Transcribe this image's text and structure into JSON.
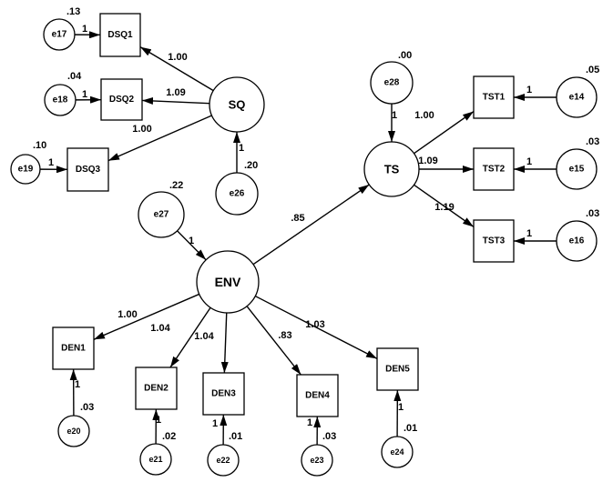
{
  "diagram": {
    "type": "structural-equation-model",
    "latent_variables": [
      {
        "id": "SQ",
        "label": "SQ"
      },
      {
        "id": "TS",
        "label": "TS"
      },
      {
        "id": "ENV",
        "label": "ENV"
      }
    ],
    "observed_variables": [
      {
        "id": "DSQ1",
        "label": "DSQ1"
      },
      {
        "id": "DSQ2",
        "label": "DSQ2"
      },
      {
        "id": "DSQ3",
        "label": "DSQ3"
      },
      {
        "id": "TST1",
        "label": "TST1"
      },
      {
        "id": "TST2",
        "label": "TST2"
      },
      {
        "id": "TST3",
        "label": "TST3"
      },
      {
        "id": "DEN1",
        "label": "DEN1"
      },
      {
        "id": "DEN2",
        "label": "DEN2"
      },
      {
        "id": "DEN3",
        "label": "DEN3"
      },
      {
        "id": "DEN4",
        "label": "DEN4"
      },
      {
        "id": "DEN5",
        "label": "DEN5"
      }
    ],
    "error_terms": [
      {
        "id": "e17",
        "label": "e17",
        "variance": ".13"
      },
      {
        "id": "e18",
        "label": "e18",
        "variance": ".04"
      },
      {
        "id": "e19",
        "label": "e19",
        "variance": ".10"
      },
      {
        "id": "e26",
        "label": "e26",
        "variance": ".20"
      },
      {
        "id": "e28",
        "label": "e28",
        "variance": ".00"
      },
      {
        "id": "e14",
        "label": "e14",
        "variance": ".05"
      },
      {
        "id": "e15",
        "label": "e15",
        "variance": ".03"
      },
      {
        "id": "e16",
        "label": "e16",
        "variance": ".03"
      },
      {
        "id": "e27",
        "label": "e27",
        "variance": ".22"
      },
      {
        "id": "e20",
        "label": "e20",
        "variance": ".03"
      },
      {
        "id": "e21",
        "label": "e21",
        "variance": ".02"
      },
      {
        "id": "e22",
        "label": "e22",
        "variance": ".01"
      },
      {
        "id": "e23",
        "label": "e23",
        "variance": ".03"
      },
      {
        "id": "e24",
        "label": "e24",
        "variance": ".01"
      }
    ],
    "paths": [
      {
        "from": "SQ",
        "to": "DSQ1",
        "label": "1.00"
      },
      {
        "from": "SQ",
        "to": "DSQ2",
        "label": "1.09"
      },
      {
        "from": "SQ",
        "to": "DSQ3",
        "label": "1.00"
      },
      {
        "from": "TS",
        "to": "TST1",
        "label": "1.00"
      },
      {
        "from": "TS",
        "to": "TST2",
        "label": "1.09"
      },
      {
        "from": "TS",
        "to": "TST3",
        "label": "1.19"
      },
      {
        "from": "ENV",
        "to": "TS",
        "label": ".85"
      },
      {
        "from": "ENV",
        "to": "DEN1",
        "label": "1.00"
      },
      {
        "from": "ENV",
        "to": "DEN2",
        "label": "1.04"
      },
      {
        "from": "ENV",
        "to": "DEN3",
        "label": "1.04"
      },
      {
        "from": "ENV",
        "to": "DEN4",
        "label": ".83"
      },
      {
        "from": "ENV",
        "to": "DEN5",
        "label": "1.03"
      },
      {
        "from": "e17",
        "to": "DSQ1",
        "label": "1"
      },
      {
        "from": "e18",
        "to": "DSQ2",
        "label": "1"
      },
      {
        "from": "e19",
        "to": "DSQ3",
        "label": "1"
      },
      {
        "from": "e26",
        "to": "SQ",
        "label": "1"
      },
      {
        "from": "e28",
        "to": "TS",
        "label": "1"
      },
      {
        "from": "e14",
        "to": "TST1",
        "label": "1"
      },
      {
        "from": "e15",
        "to": "TST2",
        "label": "1"
      },
      {
        "from": "e16",
        "to": "TST3",
        "label": "1"
      },
      {
        "from": "e27",
        "to": "ENV",
        "label": "1"
      },
      {
        "from": "e20",
        "to": "DEN1",
        "label": "1"
      },
      {
        "from": "e21",
        "to": "DEN2",
        "label": "1"
      },
      {
        "from": "e22",
        "to": "DEN3",
        "label": "1"
      },
      {
        "from": "e23",
        "to": "DEN4",
        "label": "1"
      },
      {
        "from": "e24",
        "to": "DEN5",
        "label": "1"
      }
    ]
  }
}
